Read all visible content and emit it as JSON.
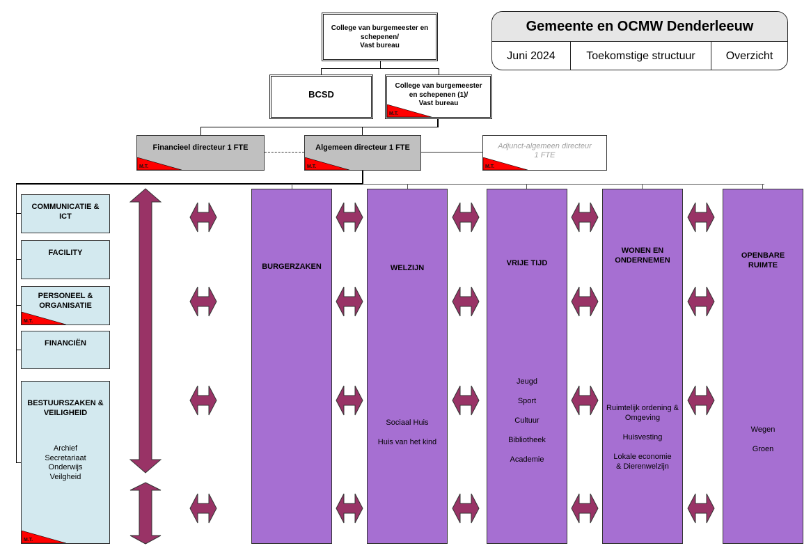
{
  "header_card": {
    "title": "Gemeente en OCMW Denderleeuw",
    "date": "Juni 2024",
    "structure": "Toekomstige structuur",
    "view": "Overzicht"
  },
  "top": {
    "college": [
      "College van burgemeester en",
      "schepenen/",
      "Vast bureau"
    ],
    "bcsd": "BCSD",
    "college_1": [
      "College van burgemeester",
      "en schepenen (1)/",
      "Vast bureau"
    ]
  },
  "mt_label": "M.T.",
  "directors": {
    "financieel": "Financieel directeur 1 FTE",
    "algemeen": "Algemeen directeur 1 FTE",
    "adjunct": [
      "Adjunct-algemeen directeur",
      "1 FTE"
    ]
  },
  "staff_units": [
    {
      "title": [
        "COMMUNICATIE &",
        "ICT"
      ],
      "mt": false,
      "subs": []
    },
    {
      "title": [
        "FACILITY"
      ],
      "mt": false,
      "subs": []
    },
    {
      "title": [
        "PERSONEEL &",
        "ORGANISATIE"
      ],
      "mt": true,
      "subs": []
    },
    {
      "title": [
        "FINANCIËN"
      ],
      "mt": false,
      "subs": []
    },
    {
      "title": [
        "BESTUURSZAKEN &",
        "VEILIGHEID"
      ],
      "mt": true,
      "subs": [
        "Archief",
        "Secretariaat",
        "Onderwijs",
        "Veilgheid"
      ]
    }
  ],
  "departments": [
    {
      "title": [
        "BURGERZAKEN"
      ],
      "subs": []
    },
    {
      "title": [
        "WELZIJN"
      ],
      "subs": [
        "Sociaal Huis",
        "Huis van het kind"
      ]
    },
    {
      "title": [
        "VRIJE TIJD"
      ],
      "subs": [
        "Jeugd",
        "Sport",
        "Cultuur",
        "Bibliotheek",
        "Academie"
      ]
    },
    {
      "title": [
        "WONEN EN",
        "ONDERNEMEN"
      ],
      "subs": [
        "Ruimtelijk ordening &",
        "Omgeving",
        "",
        "Huisvesting",
        "",
        "Lokale economie",
        "& Dierenwelzijn"
      ]
    },
    {
      "title": [
        "OPENBARE",
        "RUIMTE"
      ],
      "subs": [
        "Wegen",
        "Groen"
      ]
    }
  ],
  "colors": {
    "department_fill": "#a66fd2",
    "staff_fill": "#d3e9ef",
    "director_fill": "#c0c0c0",
    "arrow_fill": "#993366",
    "mt_marker": "#ff0000"
  }
}
